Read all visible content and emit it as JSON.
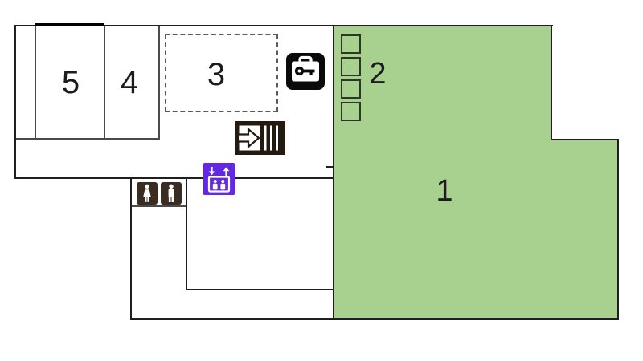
{
  "map": {
    "kind": "building-floor-plan",
    "areas": {
      "area1": {
        "label": "1",
        "fill": "#a8d08f"
      },
      "area2": {
        "label": "2",
        "fill": "#a8d08f"
      },
      "area3": {
        "label": "3",
        "outline": "dashed"
      },
      "area4": {
        "label": "4",
        "outline": "solid"
      },
      "area5": {
        "label": "5",
        "outline": "solid"
      }
    },
    "locker_squares_count": 4,
    "icons": {
      "cloakroom": "key-locker-icon",
      "stairs": "stairs-up-icon",
      "elevator": "elevator-icon",
      "restroom_female": "restroom-female-icon",
      "restroom_male": "restroom-male-icon"
    },
    "colors": {
      "area_green": "#a8d08f",
      "elevator_purple": "#6129e0",
      "restroom_brown": "#3a2c21",
      "icon_black": "#0a0a0a",
      "wall_dark": "#1f1f1f"
    }
  }
}
